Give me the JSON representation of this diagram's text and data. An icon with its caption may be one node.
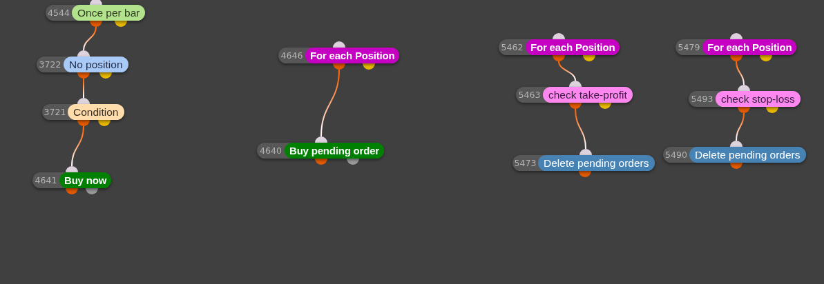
{
  "diagram": {
    "nodes": [
      {
        "text": [
          "4544",
          "Once per bar"
        ]
      },
      {
        "text": [
          "3722",
          "No position"
        ]
      },
      {
        "text": [
          "3721",
          "Condition"
        ]
      },
      {
        "text": [
          "4641",
          "Buy now"
        ]
      },
      {
        "text": [
          "4646",
          "For each Position"
        ]
      },
      {
        "text": [
          "4640",
          "Buy pending order"
        ]
      },
      {
        "text": [
          "5462",
          "For each Position"
        ]
      },
      {
        "text": [
          "5463",
          "check take-profit"
        ]
      },
      {
        "text": [
          "5473",
          "Delete pending orders"
        ]
      },
      {
        "text": [
          "5479",
          "For each Position"
        ]
      },
      {
        "text": [
          "5493",
          "check stop-loss"
        ]
      },
      {
        "text": [
          "5490",
          "Delete pending orders"
        ]
      }
    ],
    "edges": [
      {
        "from": 0,
        "to": 1,
        "arrow": "none"
      },
      {
        "from": 1,
        "to": 2,
        "arrow": "none"
      },
      {
        "from": 2,
        "to": 3,
        "arrow": "none"
      },
      {
        "from": 4,
        "to": 5,
        "arrow": "none"
      },
      {
        "from": 6,
        "to": 7,
        "arrow": "none"
      },
      {
        "from": 7,
        "to": 8,
        "arrow": "none"
      },
      {
        "from": 9,
        "to": 10,
        "arrow": "none"
      },
      {
        "from": 10,
        "to": 11,
        "arrow": "none"
      }
    ]
  }
}
